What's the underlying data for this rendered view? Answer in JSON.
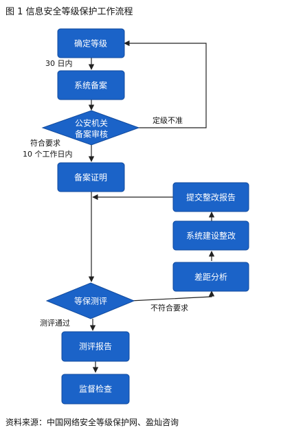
{
  "title": "图 1 信息安全等级保护工作流程",
  "footer": "资料来源：中国网络安全等级保护网、盈灿咨询",
  "colors": {
    "box_fill": "#1b63c8",
    "box_stroke": "#114a9c",
    "line": "#222222",
    "text_on_box": "#ffffff"
  },
  "nodes": {
    "confirm_level": "确定等级",
    "system_record": "系统备案",
    "police_review_line1": "公安机关",
    "police_review_line2": "备案审核",
    "record_certificate": "备案证明",
    "submit_rectification_report": "提交整改报告",
    "system_construction_rectification": "系统建设整改",
    "gap_analysis": "差距分析",
    "protection_evaluation": "等保测评",
    "evaluation_report": "测评报告",
    "supervision_inspection": "监督检查"
  },
  "edge_labels": {
    "within_30_days": "30 日内",
    "level_inaccurate": "定级不准",
    "meets_requirements": "符合要求",
    "within_10_workdays": "10 个工作日内",
    "does_not_meet_requirements": "不符合要求",
    "evaluation_passed": "测评通过"
  }
}
